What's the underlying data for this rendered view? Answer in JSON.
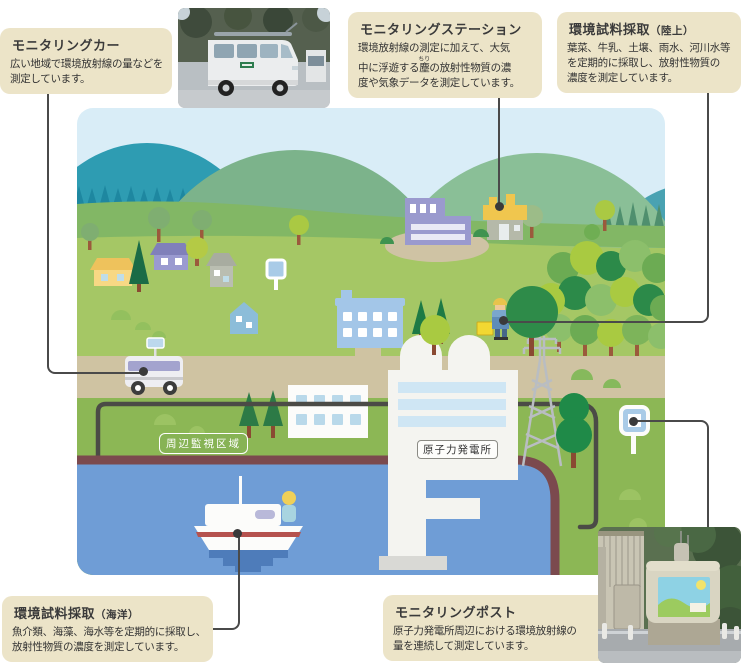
{
  "callouts": {
    "car": {
      "title": "モニタリングカー",
      "lines": [
        "広い地域で環境放射線の量などを",
        "測定しています。"
      ]
    },
    "station": {
      "title": "モニタリングステーション",
      "line1": "環境放射線の測定に加えて、大気",
      "line2_pre": "中に浮遊する",
      "ruby_base": "塵",
      "ruby_text": "ちり",
      "line2_post": "の放射性物質の濃",
      "line3": "度や気象データを測定しています。"
    },
    "land": {
      "title": "環境試料採取",
      "suffix": "（陸上）",
      "lines": [
        "葉菜、牛乳、土壌、雨水、河川水等",
        "を定期的に採取し、放射性物質の",
        "濃度を測定しています。"
      ]
    },
    "marine": {
      "title": "環境試料採取",
      "suffix": "（海洋）",
      "lines": [
        "魚介類、海藻、海水等を定期的に採取し、",
        "放射性物質の濃度を測定しています。"
      ]
    },
    "post": {
      "title": "モニタリングポスト",
      "lines": [
        "原子力発電所周辺における環境放射線の",
        "量を連続して測定しています。"
      ]
    }
  },
  "map_labels": {
    "surveillance_area": "周辺監視区域",
    "power_plant": "原子力発電所"
  },
  "colors": {
    "callout_bg": "#ece4c8",
    "connector_line": "#4a4a4a",
    "sky": "#d9edf7",
    "hill_teal": "#2e9cb2",
    "hill_green": "#7cb38b",
    "field_light": "#a5c765",
    "grass_low": "#8cb755",
    "road": "#cfc3a2",
    "sea": "#6f9dd6",
    "shore": "#7b4a4e",
    "boundary": "#4b4b46",
    "plant_white": "#f4f4f0",
    "post_blue": "#a9cbe7",
    "area_tag_green": "#87b355"
  }
}
